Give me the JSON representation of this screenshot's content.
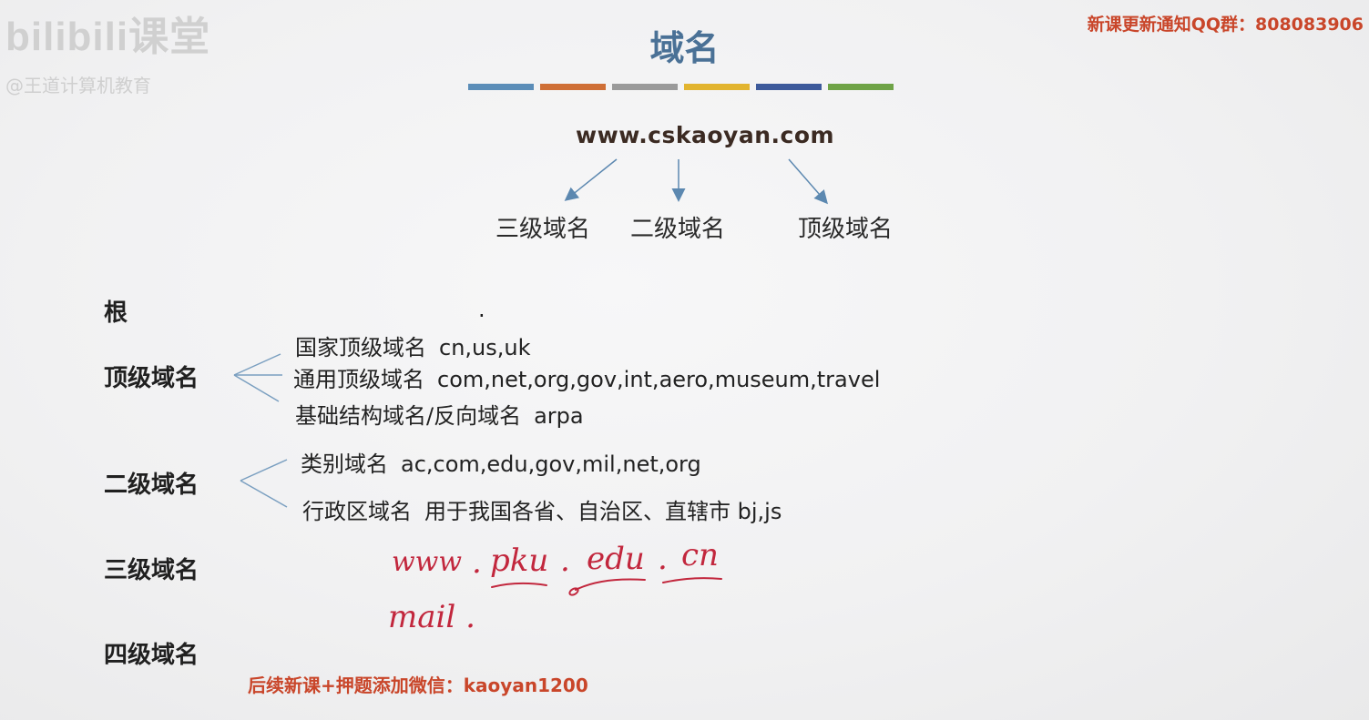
{
  "watermark": {
    "logo": "bilibili课堂",
    "author": "@王道计算机教育"
  },
  "notice_top": "新课更新通知QQ群：808083906",
  "title": "域名",
  "color_bars": [
    "#5b8db8",
    "#cf6f36",
    "#9a9a9a",
    "#e2b42f",
    "#3d5a9b",
    "#6fa347"
  ],
  "url_example": "www.cskaoyan.com",
  "url_parts": [
    "三级域名",
    "二级域名",
    "顶级域名"
  ],
  "levels": {
    "root": {
      "label": "根",
      "value": "."
    },
    "top": {
      "label": "顶级域名",
      "items": [
        {
          "name": "国家顶级域名",
          "examples": "cn,us,uk"
        },
        {
          "name": "通用顶级域名",
          "examples": "com,net,org,gov,int,aero,museum,travel"
        },
        {
          "name": "基础结构域名/反向域名",
          "examples": "arpa"
        }
      ]
    },
    "second": {
      "label": "二级域名",
      "items": [
        {
          "name": "类别域名",
          "examples": "ac,com,edu,gov,mil,net,org"
        },
        {
          "name": "行政区域名",
          "examples": "用于我国各省、自治区、直辖市  bj,js"
        }
      ]
    },
    "third": {
      "label": "三级域名"
    },
    "fourth": {
      "label": "四级域名"
    }
  },
  "handwriting": {
    "line1": [
      "www",
      ".",
      "pku",
      ".",
      "edu",
      ".",
      "cn"
    ],
    "line2": "mail ."
  },
  "notice_bottom": "后续新课+押题添加微信：kaoyan1200"
}
